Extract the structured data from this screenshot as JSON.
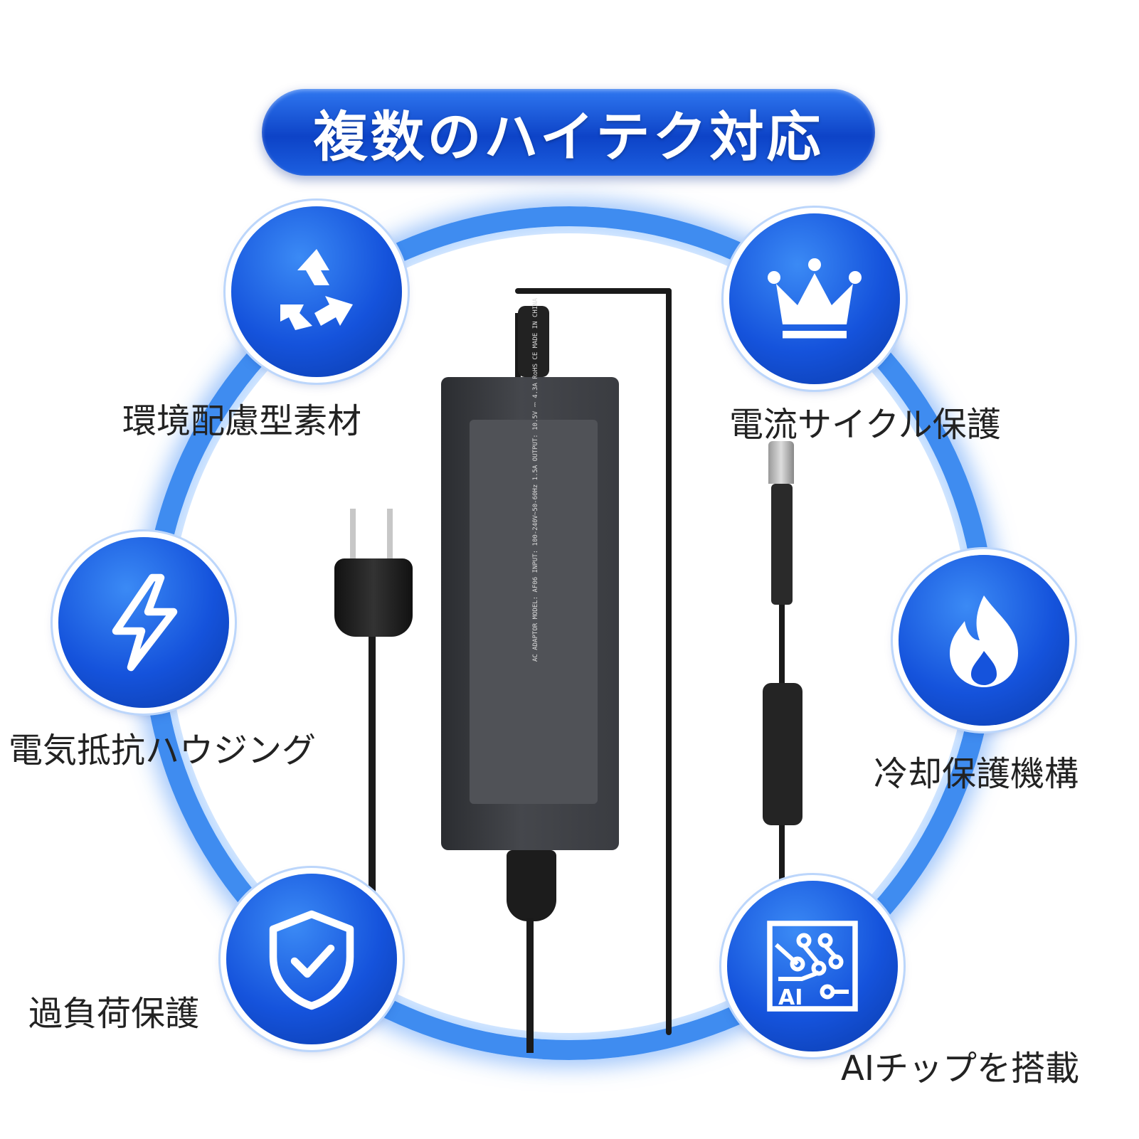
{
  "title": "複数のハイテク対応",
  "features": [
    {
      "label": "環境配慮型素材",
      "icon": "recycle-icon"
    },
    {
      "label": "電流サイクル保護",
      "icon": "crown-icon"
    },
    {
      "label": "電気抵抗ハウジング",
      "icon": "lightning-icon"
    },
    {
      "label": "冷却保護機構",
      "icon": "flame-icon"
    },
    {
      "label": "過負荷保護",
      "icon": "shield-check-icon"
    },
    {
      "label": "AIチップを搭載",
      "icon": "ai-chip-icon"
    }
  ],
  "product": {
    "sticker_text": "AC ADAPTOR  MODEL: AF06  INPUT: 100-240V~50-60Hz 1.5A  OUTPUT: 10.5V ⎓ 4.3A  RoHS  CE  MADE IN CHINA"
  },
  "colors": {
    "accent": "#1553dc",
    "ring": "#3f8cf0"
  }
}
